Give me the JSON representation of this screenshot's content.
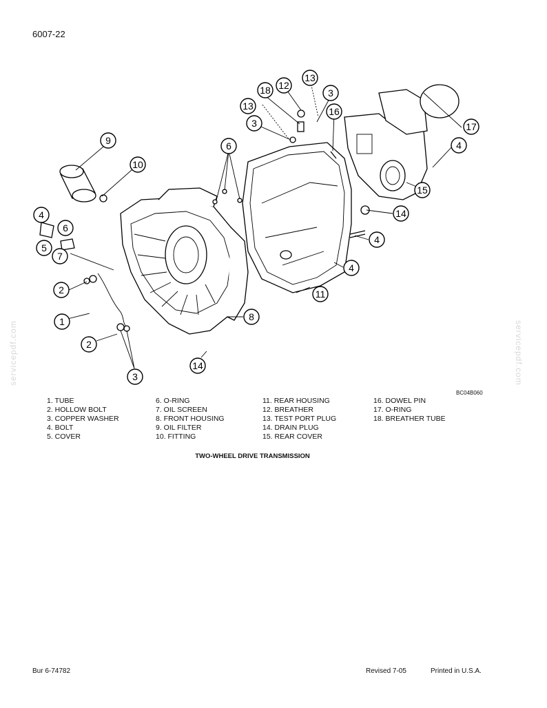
{
  "header": {
    "page_number": "6007-22"
  },
  "figure": {
    "code": "BC04B060",
    "callouts": [
      "1",
      "2",
      "2",
      "3",
      "3",
      "3",
      "4",
      "4",
      "4",
      "4",
      "6",
      "6",
      "7",
      "8",
      "9",
      "10",
      "11",
      "12",
      "13",
      "13",
      "14",
      "14",
      "15",
      "16",
      "17",
      "18"
    ],
    "caption": "TWO-WHEEL DRIVE TRANSMISSION"
  },
  "legend": {
    "col1": [
      "1.  TUBE",
      "2.  HOLLOW BOLT",
      "3.  COPPER WASHER",
      "4.  BOLT",
      "5.  COVER"
    ],
    "col2": [
      "6.  O-RING",
      "7.  OIL SCREEN",
      "8.  FRONT HOUSING",
      "9.  OIL FILTER",
      "10.  FITTING"
    ],
    "col3": [
      "11.  REAR HOUSING",
      "12.  BREATHER",
      "13.  TEST PORT PLUG",
      "14.  DRAIN PLUG",
      "15.  REAR COVER"
    ],
    "col4": [
      "16.  DOWEL PIN",
      "17.  O-RING",
      "18.  BREATHER TUBE"
    ]
  },
  "watermark": "servicepdf.com",
  "footer": {
    "left": "Bur 6-74782",
    "revised": "Revised 7-05",
    "printed": "Printed in U.S.A."
  }
}
